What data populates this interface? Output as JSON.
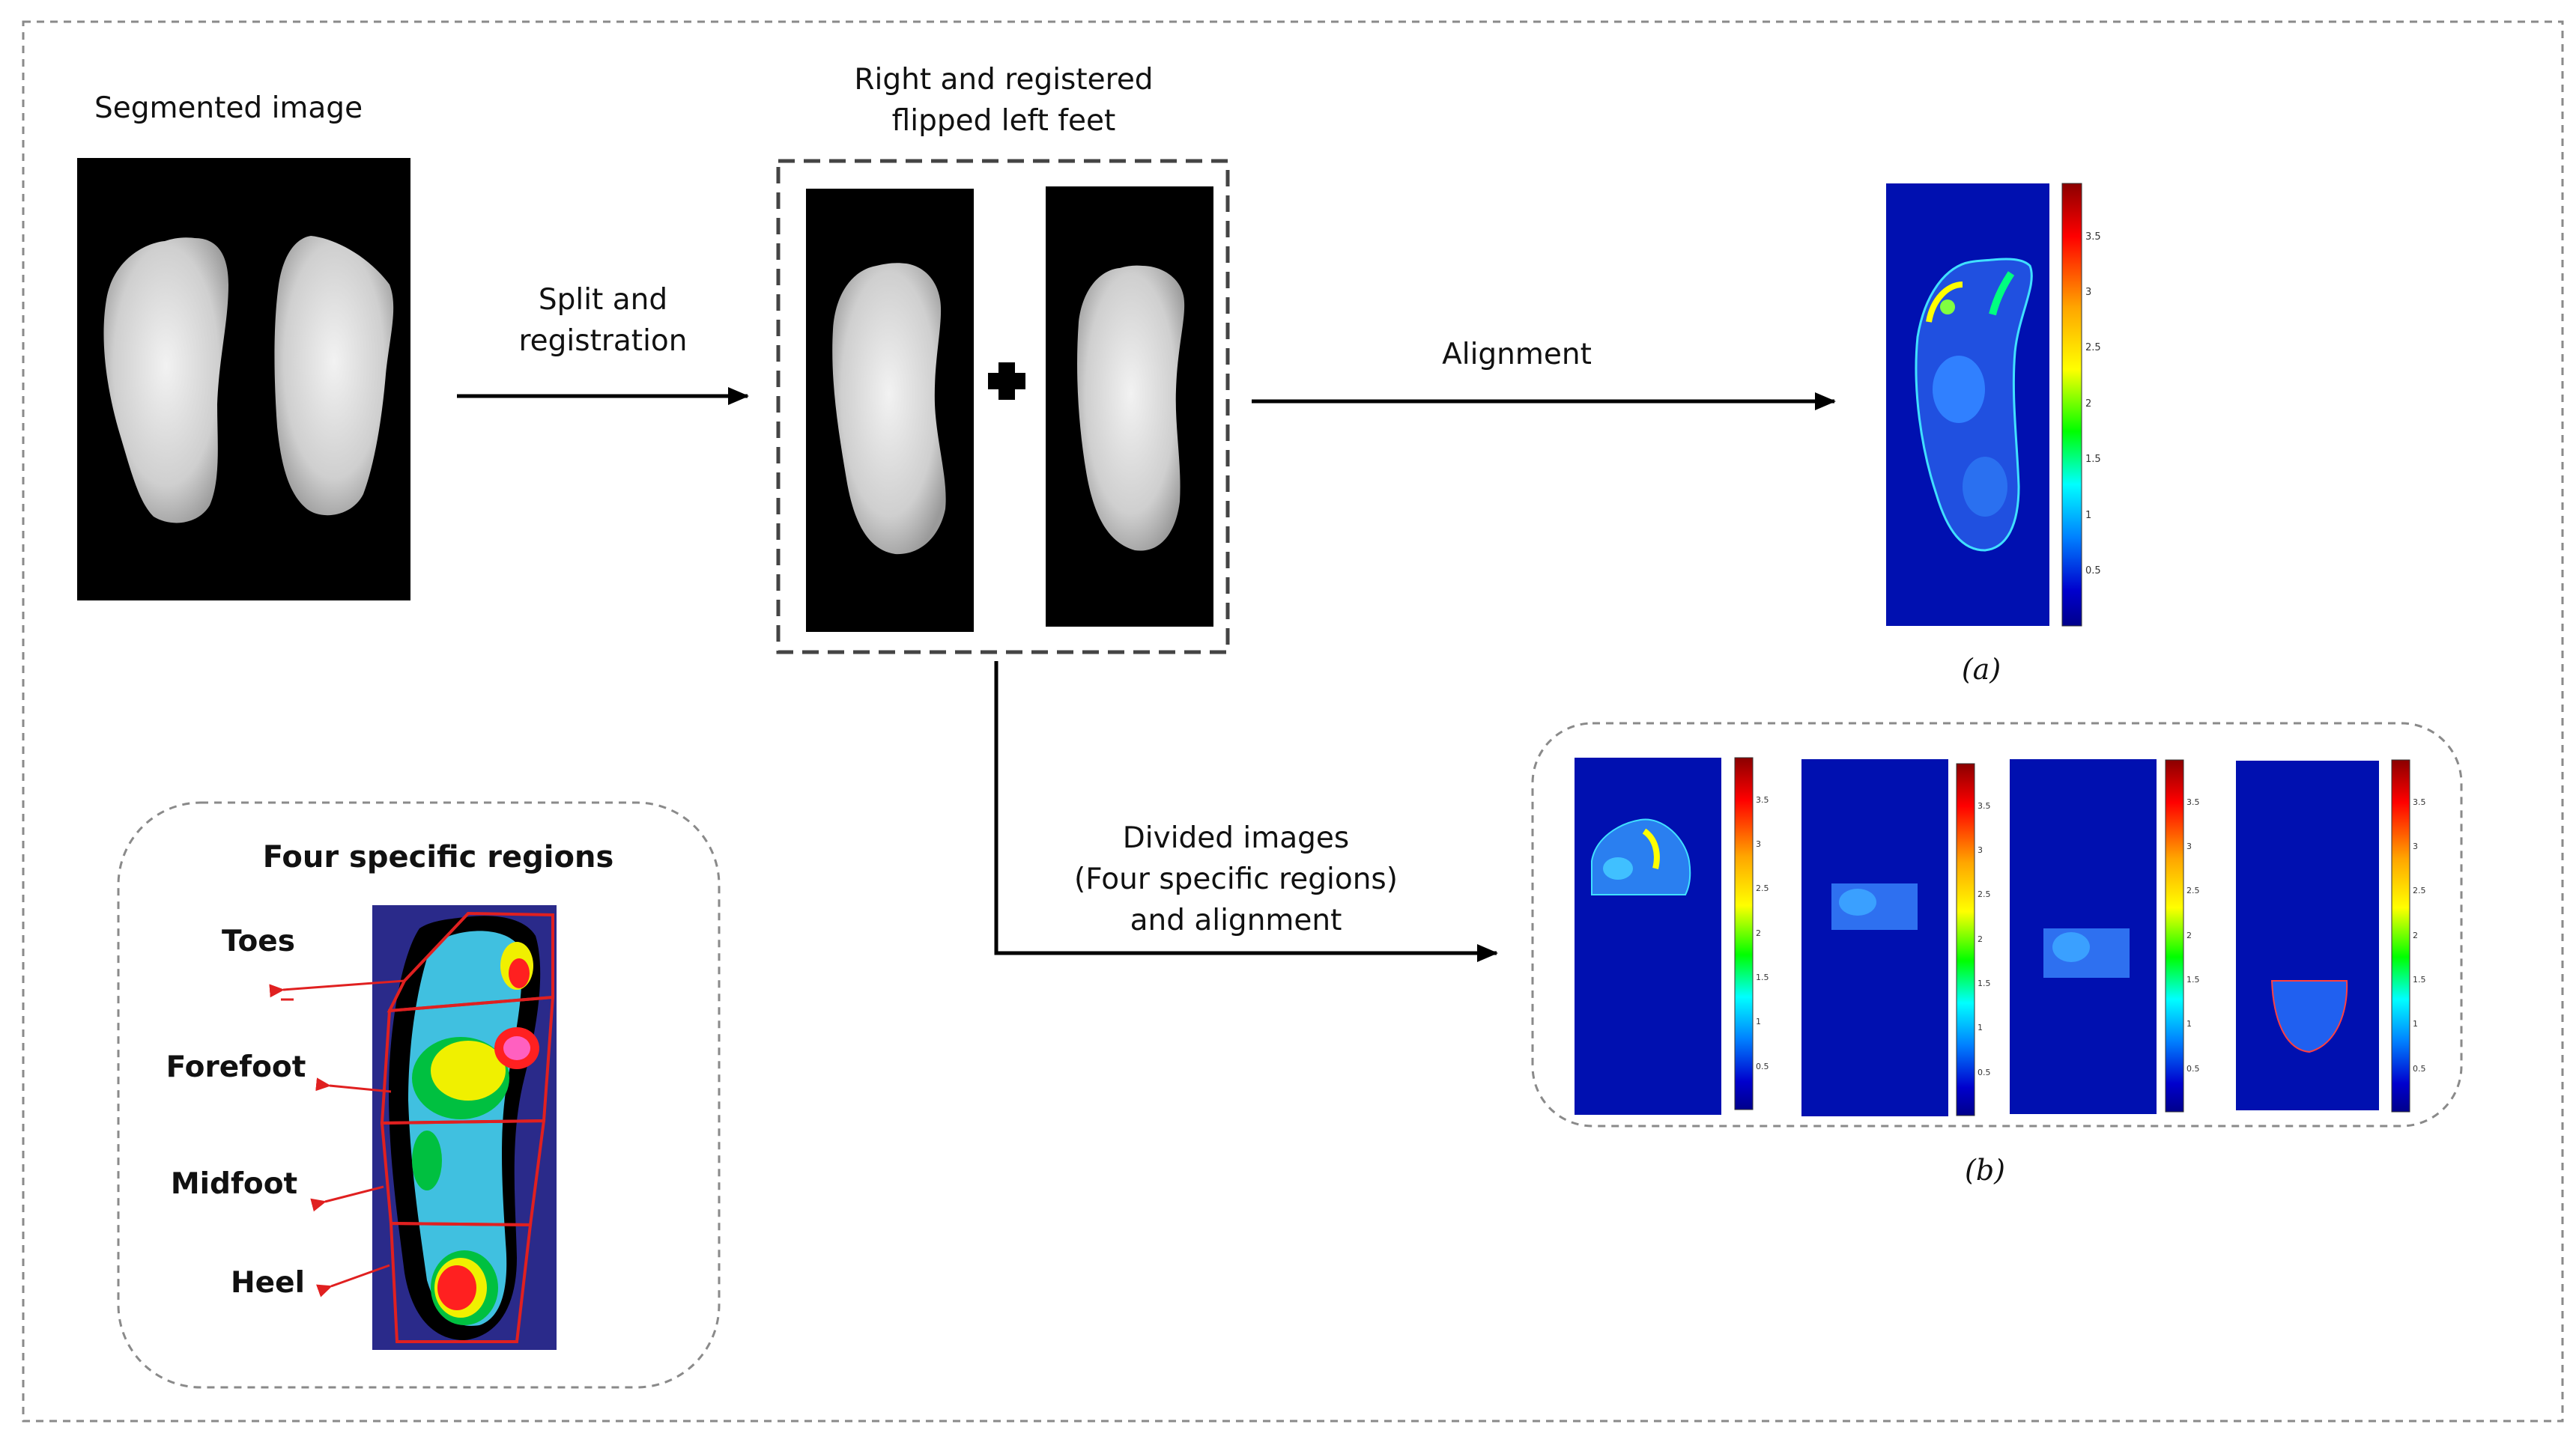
{
  "figure": {
    "segmented_label": "Segmented image",
    "registered_label_line1": "Right and registered",
    "registered_label_line2": "flipped left feet",
    "split_label_line1": "Split and",
    "split_label_line2": "registration",
    "alignment_label": "Alignment",
    "divided_label_line1": "Divided images",
    "divided_label_line2": "(Four specific regions)",
    "divided_label_line3": "and alignment",
    "panel_a_label": "(a)",
    "panel_b_label": "(b)",
    "regions": {
      "title": "Four specific regions",
      "labels": [
        "Toes",
        "Forefoot",
        "Midfoot",
        "Heel"
      ]
    },
    "colorbar": {
      "ticks": [
        "3.5",
        "3",
        "2.5",
        "2",
        "1.5",
        "1",
        "0.5"
      ],
      "colors": [
        "#8b0000",
        "#ff0000",
        "#ffa500",
        "#ffff00",
        "#00ff00",
        "#00ffff",
        "#0080ff",
        "#0000cd",
        "#00008b"
      ]
    },
    "heatmap_bg": "#0010b0"
  }
}
